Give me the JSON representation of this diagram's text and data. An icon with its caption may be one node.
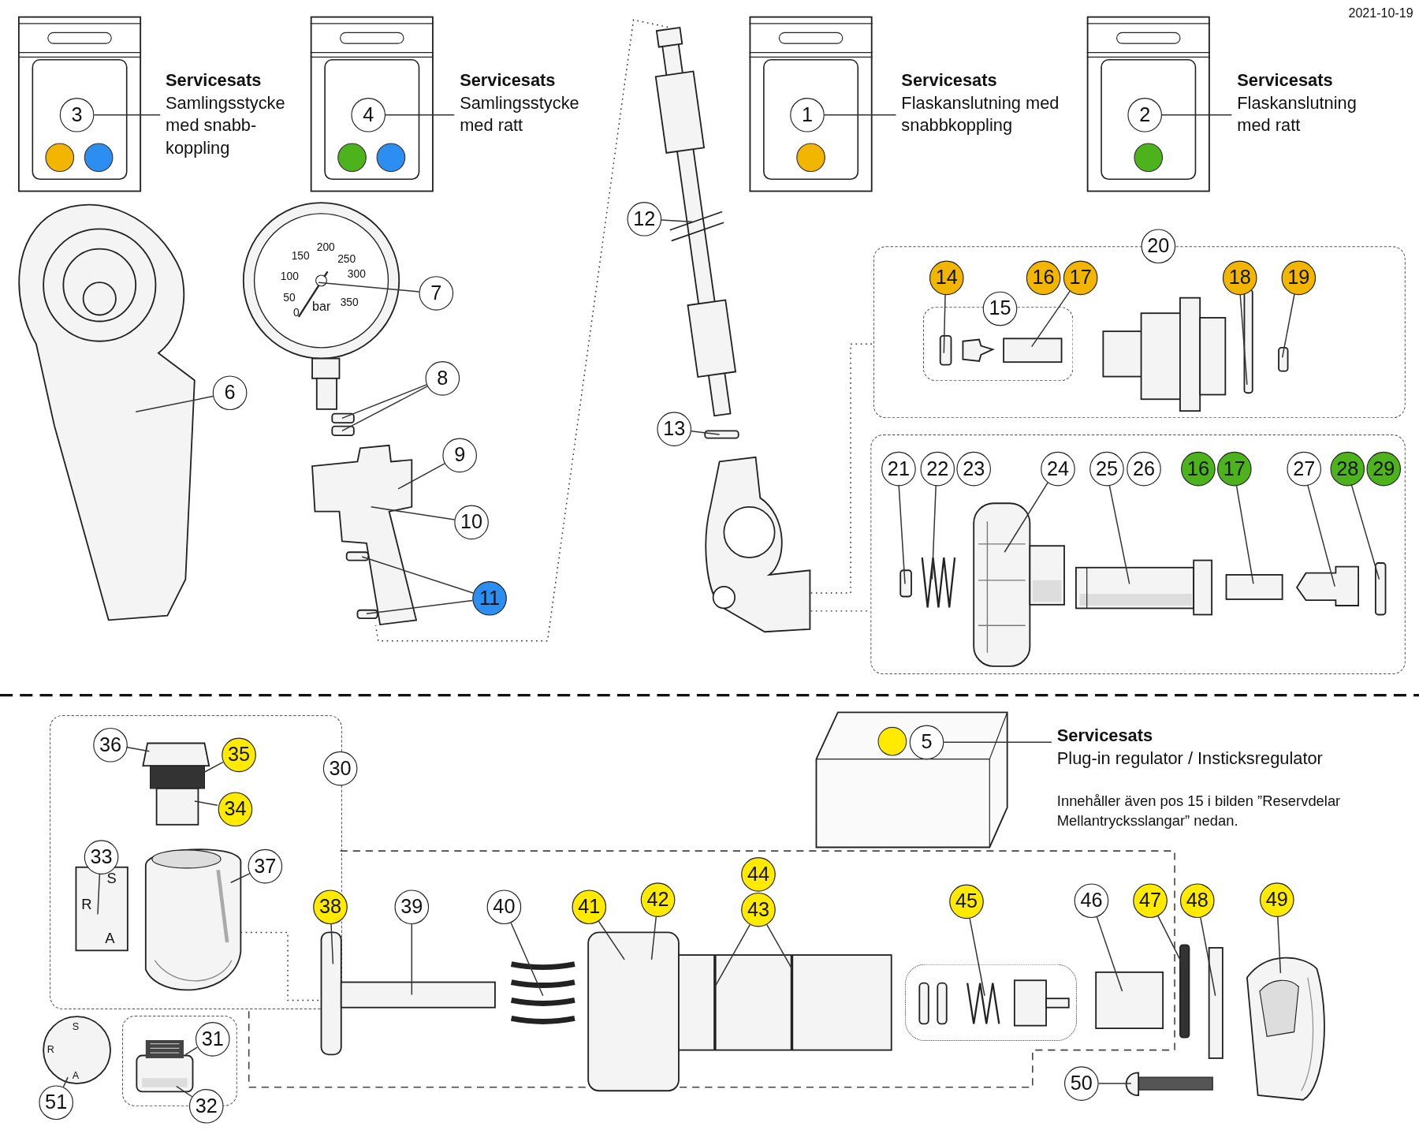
{
  "diagram": {
    "nodes": [
      {
        "text": [],
        "shape": "box"
      },
      {
        "text": [
          "3"
        ],
        "in": 0
      },
      {
        "text": [
          "Servicesats",
          "Samlingsstycke med snabb- koppling"
        ]
      },
      {
        "text": [],
        "shape": "box"
      },
      {
        "text": [
          "4"
        ],
        "in": 3
      },
      {
        "text": [
          "Servicesats",
          "Samlingsstycke med ratt"
        ]
      },
      {
        "text": [],
        "shape": "box"
      },
      {
        "text": [
          "1"
        ],
        "in": 6
      },
      {
        "text": [
          "Servicesats",
          "Flaskanslutning med snabbkoppling"
        ]
      },
      {
        "text": [],
        "shape": "box"
      },
      {
        "text": [
          "2"
        ],
        "in": 9
      },
      {
        "text": [
          "Servicesats",
          "Flaskanslutning med ratt"
        ]
      },
      {
        "text": [
          "6"
        ]
      },
      {
        "text": [
          "7"
        ]
      },
      {
        "text": [
          "8"
        ]
      },
      {
        "text": [
          "9"
        ]
      },
      {
        "text": [
          "10"
        ]
      },
      {
        "text": [
          "11"
        ]
      },
      {
        "text": [
          "12"
        ]
      },
      {
        "text": [
          "13"
        ]
      },
      {
        "text": [],
        "shape": "box"
      },
      {
        "text": [
          "20"
        ]
      },
      {
        "text": [
          "14"
        ],
        "in": 20
      },
      {
        "text": [
          "16"
        ],
        "in": 20
      },
      {
        "text": [
          "17"
        ],
        "in": 20
      },
      {
        "text": [],
        "shape": "box",
        "in": 20
      },
      {
        "text": [
          "15"
        ],
        "in": 20
      },
      {
        "text": [
          "18"
        ],
        "in": 20
      },
      {
        "text": [
          "19"
        ],
        "in": 20
      },
      {
        "text": [],
        "shape": "box"
      },
      {
        "text": [
          "21"
        ],
        "in": 29
      },
      {
        "text": [
          "22"
        ],
        "in": 29
      },
      {
        "text": [
          "23"
        ],
        "in": 29
      },
      {
        "text": [
          "24"
        ],
        "in": 29
      },
      {
        "text": [
          "25"
        ],
        "in": 29
      },
      {
        "text": [
          "26"
        ],
        "in": 29
      },
      {
        "text": [
          "16"
        ],
        "in": 29
      },
      {
        "text": [
          "17"
        ],
        "in": 29
      },
      {
        "text": [
          "27"
        ],
        "in": 29
      },
      {
        "text": [
          "28"
        ],
        "in": 29
      },
      {
        "text": [
          "29"
        ],
        "in": 29
      },
      {
        "text": [],
        "shape": "box"
      },
      {
        "text": [
          "5"
        ],
        "in": 41
      },
      {
        "text": [
          "Servicesats",
          "Plug-in regulator / Insticksregulator"
        ]
      },
      {
        "text": [],
        "shape": "box"
      },
      {
        "text": [
          "30"
        ]
      },
      {
        "text": [
          "36"
        ],
        "in": 44
      },
      {
        "text": [
          "35"
        ],
        "in": 44
      },
      {
        "text": [
          "34"
        ],
        "in": 44
      },
      {
        "text": [
          "33"
        ],
        "in": 44
      },
      {
        "text": [
          "37"
        ]
      },
      {
        "text": [],
        "shape": "box"
      },
      {
        "text": [
          "38"
        ],
        "in": 51
      },
      {
        "text": [
          "39"
        ],
        "in": 51
      },
      {
        "text": [
          "40"
        ],
        "in": 51
      },
      {
        "text": [
          "41"
        ],
        "in": 51
      },
      {
        "text": [
          "42"
        ],
        "in": 51
      },
      {
        "text": [
          "44"
        ],
        "in": 51
      },
      {
        "text": [
          "43"
        ],
        "in": 51
      },
      {
        "text": [
          "45"
        ],
        "in": 51
      },
      {
        "text": [],
        "shape": "box",
        "in": 51
      },
      {
        "text": [
          "46"
        ],
        "in": 51
      },
      {
        "text": [
          "47"
        ],
        "in": 51
      },
      {
        "text": [
          "48"
        ]
      },
      {
        "text": [
          "49"
        ]
      },
      {
        "text": [],
        "shape": "box"
      },
      {
        "text": [
          "31"
        ],
        "in": 65
      },
      {
        "text": [
          "32"
        ]
      },
      {
        "text": [
          "50"
        ]
      },
      {
        "text": [
          "51"
        ]
      },
      {
        "text": [],
        "shape": "picture"
      },
      {
        "text": [],
        "shape": "picture"
      },
      {
        "text": [],
        "shape": "box"
      },
      {
        "text": [],
        "shape": "box"
      },
      {
        "text": [],
        "shape": "picture"
      },
      {
        "text": [],
        "shape": "box"
      },
      {
        "text": [],
        "shape": "box"
      },
      {
        "text": [],
        "shape": "picture"
      },
      {
        "text": [],
        "shape": "box"
      },
      {
        "text": [],
        "shape": "picture"
      },
      {
        "text": [],
        "shape": "box",
        "in": 25
      },
      {
        "text": [],
        "shape": "picture",
        "in": 25
      },
      {
        "text": [],
        "shape": "box",
        "in": 25
      },
      {
        "text": [],
        "shape": "picture",
        "in": 20
      },
      {
        "text": [],
        "shape": "box",
        "in": 20
      },
      {
        "text": [],
        "shape": "box",
        "in": 20
      },
      {
        "text": [],
        "shape": "box",
        "in": 29
      },
      {
        "text": [],
        "shape": "picture",
        "in": 29
      },
      {
        "text": [],
        "shape": "picture",
        "in": 29
      },
      {
        "text": [],
        "shape": "picture",
        "in": 29
      },
      {
        "text": [],
        "shape": "box",
        "in": 29
      },
      {
        "text": [],
        "shape": "picture",
        "in": 29
      },
      {
        "text": [],
        "shape": "box",
        "in": 29
      },
      {
        "text": [],
        "shape": "picture",
        "in": 44
      },
      {
        "text": [],
        "shape": "box",
        "in": 44
      },
      {
        "text": [],
        "shape": "picture",
        "in": 44
      },
      {
        "text": [],
        "shape": "picture",
        "in": 51
      },
      {
        "text": [],
        "shape": "picture",
        "in": 51
      },
      {
        "text": [],
        "shape": "picture",
        "in": 51
      },
      {
        "text": [],
        "shape": "picture",
        "in": 60
      },
      {
        "text": [],
        "shape": "box",
        "in": 51
      },
      {
        "text": [],
        "shape": "box"
      },
      {
        "text": [],
        "shape": "box"
      },
      {
        "text": [],
        "shape": "picture"
      },
      {
        "text": [],
        "shape": "picture"
      },
      {
        "text": [],
        "shape": "picture",
        "in": 65
      },
      {
        "text": [],
        "shape": "circle"
      }
    ],
    "edges": [
      {
        "from": 1,
        "to": 2,
        "arrow": "none"
      },
      {
        "from": 4,
        "to": 5,
        "arrow": "none"
      },
      {
        "from": 7,
        "to": 8,
        "arrow": "none"
      },
      {
        "from": 10,
        "to": 11,
        "arrow": "none"
      },
      {
        "from": 12,
        "to": 70,
        "arrow": "none"
      },
      {
        "from": 13,
        "to": 71,
        "arrow": "none"
      },
      {
        "from": 14,
        "to": 72,
        "arrow": "none"
      },
      {
        "from": 14,
        "to": 73,
        "arrow": "none"
      },
      {
        "from": 15,
        "to": 74,
        "arrow": "none"
      },
      {
        "from": 16,
        "to": 74,
        "arrow": "none"
      },
      {
        "from": 17,
        "to": 75,
        "arrow": "none"
      },
      {
        "from": 17,
        "to": 76,
        "arrow": "none"
      },
      {
        "from": 18,
        "to": 77,
        "arrow": "none"
      },
      {
        "from": 19,
        "to": 78,
        "arrow": "none"
      },
      {
        "from": 79,
        "to": 20,
        "arrow": "none",
        "style": "dashed"
      },
      {
        "from": 79,
        "to": 29,
        "arrow": "none",
        "style": "dashed"
      },
      {
        "from": 22,
        "to": 80,
        "arrow": "none"
      },
      {
        "from": 24,
        "to": 82,
        "arrow": "none"
      },
      {
        "from": 27,
        "to": 84,
        "arrow": "none"
      },
      {
        "from": 28,
        "to": 85,
        "arrow": "none"
      },
      {
        "from": 30,
        "to": 86,
        "arrow": "none"
      },
      {
        "from": 31,
        "to": 87,
        "arrow": "none"
      },
      {
        "from": 33,
        "to": 88,
        "arrow": "none"
      },
      {
        "from": 34,
        "to": 89,
        "arrow": "none"
      },
      {
        "from": 37,
        "to": 90,
        "arrow": "none"
      },
      {
        "from": 38,
        "to": 91,
        "arrow": "none"
      },
      {
        "from": 39,
        "to": 92,
        "arrow": "none"
      },
      {
        "from": 42,
        "to": 43,
        "arrow": "none"
      },
      {
        "from": 46,
        "to": 93,
        "arrow": "none"
      },
      {
        "from": 47,
        "to": 93,
        "arrow": "none"
      },
      {
        "from": 48,
        "to": 93,
        "arrow": "none"
      },
      {
        "from": 49,
        "to": 94,
        "arrow": "none"
      },
      {
        "from": 50,
        "to": 95,
        "arrow": "none"
      },
      {
        "from": 52,
        "to": 96,
        "arrow": "none"
      },
      {
        "from": 53,
        "to": 96,
        "arrow": "none"
      },
      {
        "from": 54,
        "to": 97,
        "arrow": "none"
      },
      {
        "from": 55,
        "to": 98,
        "arrow": "none"
      },
      {
        "from": 56,
        "to": 98,
        "arrow": "none"
      },
      {
        "from": 58,
        "to": 98,
        "arrow": "none"
      },
      {
        "from": 58,
        "to": 98,
        "arrow": "none"
      },
      {
        "from": 59,
        "to": 99,
        "arrow": "none"
      },
      {
        "from": 61,
        "to": 100,
        "arrow": "none"
      },
      {
        "from": 62,
        "to": 101,
        "arrow": "none"
      },
      {
        "from": 63,
        "to": 102,
        "arrow": "none"
      },
      {
        "from": 64,
        "to": 103,
        "arrow": "none"
      },
      {
        "from": 66,
        "to": 105,
        "arrow": "none"
      },
      {
        "from": 67,
        "to": 105,
        "arrow": "none"
      },
      {
        "from": 68,
        "to": 104,
        "arrow": "none"
      },
      {
        "from": 69,
        "to": 106,
        "arrow": "none"
      },
      {
        "from": 95,
        "to": 96,
        "arrow": "none",
        "style": "dashed"
      },
      {
        "from": 77,
        "to": 74,
        "arrow": "none",
        "style": "dashed"
      }
    ],
    "labels": [
      "2021-10-19",
      "150",
      "200",
      "250",
      "100",
      "300",
      "50",
      "350",
      "0",
      "bar",
      "Innehåller även pos 15 i bilden ”Reservdelar Mellantrycksslangar” nedan.",
      "S",
      "R",
      "A",
      "S",
      "R",
      "A"
    ]
  }
}
